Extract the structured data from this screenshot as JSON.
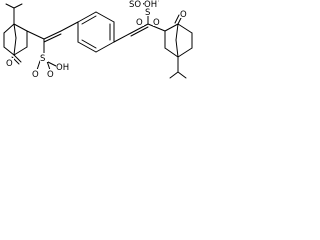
{
  "molecule": {
    "labels": {
      "o_left_ketone": "O",
      "s_left": "S",
      "oh_left": "OH",
      "o_left_a": "O",
      "o_left_b": "O",
      "oh_right": "SO",
      "o_right_top": "OH",
      "s_right": "S",
      "o_right_a": "O",
      "o_right_b": "O",
      "o_right_ketone": "O"
    },
    "colors": {
      "bond": "#000000",
      "text": "#000000",
      "background": "#ffffff"
    }
  }
}
